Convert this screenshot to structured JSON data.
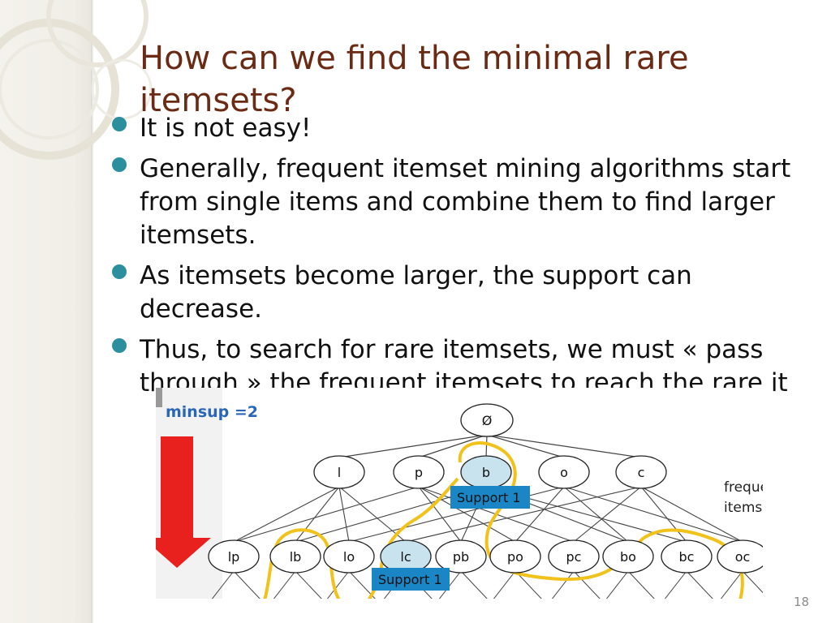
{
  "slide": {
    "title": "How can we find the minimal rare itemsets?",
    "bullets": [
      "It is not easy!",
      "Generally, frequent itemset mining algorithms start from single items and combine them to find larger itemsets.",
      "As itemsets become larger, the support can decrease.",
      "Thus, to search for rare itemsets, we must « pass through » the frequent itemsets to reach the rare it"
    ],
    "page_number": "18"
  },
  "figure": {
    "minsup_label": "minsup =2",
    "root_label": "Ø",
    "level1_nodes": [
      "l",
      "p",
      "b",
      "o",
      "c"
    ],
    "level2_nodes": [
      "lp",
      "lb",
      "lo",
      "lc",
      "pb",
      "po",
      "pc",
      "bo",
      "bc",
      "oc"
    ],
    "highlighted_nodes": [
      "b",
      "lc"
    ],
    "support_boxes": [
      "Support 1",
      "Support 1"
    ],
    "side_label_line1": "frequent",
    "side_label_line2": "itemsets",
    "arrow_icon": "down-arrow-icon",
    "colors": {
      "arrow": "#e8201e",
      "highlight_node": "#c8e3ee",
      "support_box": "#1b86c6",
      "outline_curve": "#f1c21b",
      "title": "#6b2a14",
      "bullet_dot": "#2c8f9e"
    }
  }
}
